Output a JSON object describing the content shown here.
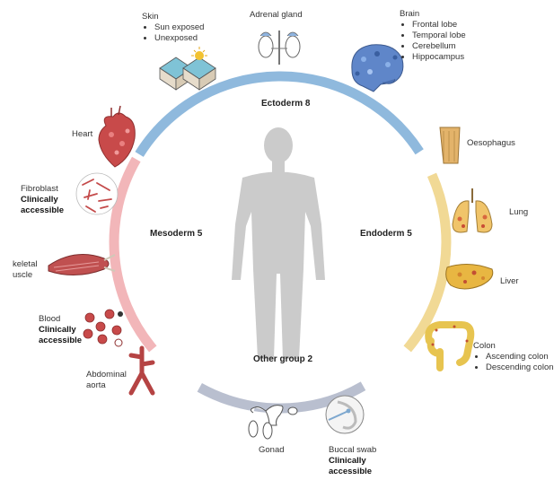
{
  "groups": {
    "ectoderm": "Ectoderm 8",
    "mesoderm": "Mesoderm 5",
    "endoderm": "Endoderm 5",
    "other": "Other group 2"
  },
  "tissues": {
    "skin": {
      "label": "Skin",
      "items": [
        "Sun exposed",
        "Unexposed"
      ]
    },
    "adrenal": {
      "label": "Adrenal gland"
    },
    "brain": {
      "label": "Brain",
      "items": [
        "Frontal lobe",
        "Temporal lobe",
        "Cerebellum",
        "Hippocampus"
      ]
    },
    "heart": {
      "label": "Heart"
    },
    "fibroblast": {
      "label": "Fibroblast",
      "note": "Clinically accessible"
    },
    "skeletal": {
      "label_line1": "keletal",
      "label_line2": "uscle"
    },
    "blood": {
      "label": "Blood",
      "note_line1": "Clinically",
      "note_line2": "accessible"
    },
    "aorta": {
      "label_line1": "Abdominal",
      "label_line2": "aorta"
    },
    "oesophagus": {
      "label": "Oesophagus"
    },
    "lung": {
      "label": "Lung"
    },
    "liver": {
      "label": "Liver"
    },
    "colon": {
      "label": "Colon",
      "items": [
        "Ascending colon",
        "Descending colon"
      ]
    },
    "gonad": {
      "label": "Gonad"
    },
    "buccal": {
      "label": "Buccal swab",
      "note_line1": "Clinically",
      "note_line2": "accessible"
    }
  },
  "colors": {
    "ectoderm": "#8fb9dd",
    "mesoderm": "#f2b6b9",
    "endoderm": "#f1d995",
    "other": "#b9bfcf",
    "body": "#cbcbcb",
    "organ_red": "#c84a4a",
    "organ_yellow": "#e8c25a"
  },
  "icons": [
    "skin-icon",
    "adrenal-gland-icon",
    "brain-icon",
    "heart-icon",
    "fibroblast-icon",
    "skeletal-muscle-icon",
    "blood-cells-icon",
    "aorta-icon",
    "oesophagus-icon",
    "lung-icon",
    "liver-icon",
    "colon-icon",
    "gonad-icon",
    "buccal-swab-icon",
    "human-body-silhouette"
  ]
}
